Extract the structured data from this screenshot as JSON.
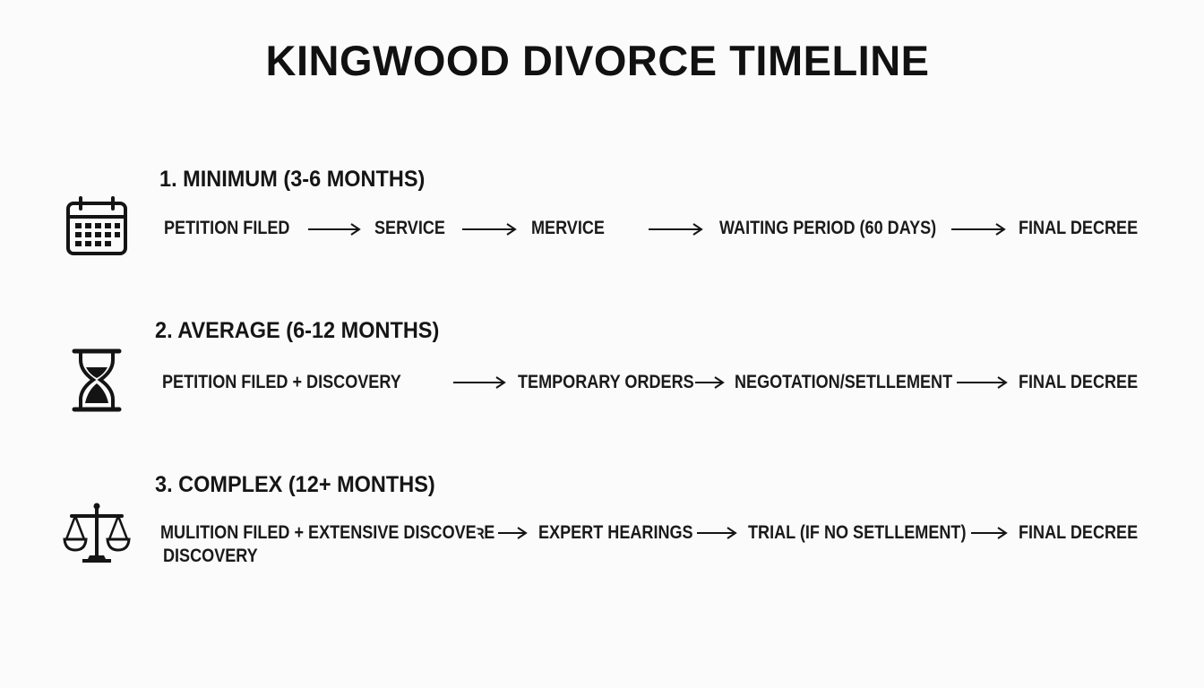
{
  "title": "KINGWOOD DIVORCE TIMELINE",
  "colors": {
    "background": "#fbfbfb",
    "ink": "#141414"
  },
  "sections": [
    {
      "heading": "1. MINIMUM (3-6 MONTHS)",
      "icon": "calendar-icon",
      "steps": [
        "PETITION FILED",
        "SERVICE",
        "MERVICE",
        "WAITING PERIOD (60 DAYS)",
        "FINAL DECREE"
      ]
    },
    {
      "heading": "2. AVERAGE (6-12 MONTHS)",
      "icon": "hourglass-icon",
      "steps": [
        "PETITION FILED + DISCOVERY",
        "TEMPORARY ORDERS",
        "NEGOTATION/SETLLEMENT",
        "FINAL DECREE"
      ]
    },
    {
      "heading": "3. COMPLEX (12+ MONTHS)",
      "icon": "scales-icon",
      "steps": [
        "MULITION FILED + EXTENSIVE DISCOVEꝛE",
        "EXPERT HEARINGS",
        "TRIAL (IF NO SETLLEMENT)",
        "FINAL DECREE"
      ],
      "step_continuation": "DISCOVERY"
    }
  ]
}
